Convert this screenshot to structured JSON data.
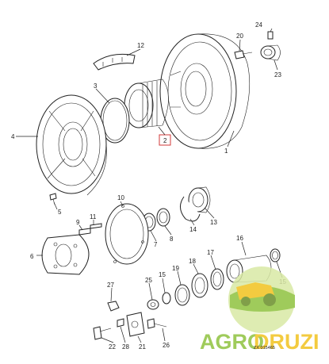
{
  "callouts": [
    {
      "id": "c1",
      "label": "1"
    },
    {
      "id": "c2",
      "label": "2"
    },
    {
      "id": "c3",
      "label": "3"
    },
    {
      "id": "c4",
      "label": "4"
    },
    {
      "id": "c5",
      "label": "5"
    },
    {
      "id": "c6",
      "label": "6"
    },
    {
      "id": "c7",
      "label": "7"
    },
    {
      "id": "c8",
      "label": "8"
    },
    {
      "id": "c9",
      "label": "9"
    },
    {
      "id": "c10",
      "label": "10"
    },
    {
      "id": "c11",
      "label": "11"
    },
    {
      "id": "c12",
      "label": "12"
    },
    {
      "id": "c13",
      "label": "13"
    },
    {
      "id": "c14",
      "label": "14"
    },
    {
      "id": "c15a",
      "label": "15"
    },
    {
      "id": "c15b",
      "label": "15"
    },
    {
      "id": "c16",
      "label": "16"
    },
    {
      "id": "c17",
      "label": "17"
    },
    {
      "id": "c18",
      "label": "18"
    },
    {
      "id": "c19",
      "label": "19"
    },
    {
      "id": "c20",
      "label": "20"
    },
    {
      "id": "c21",
      "label": "21"
    },
    {
      "id": "c22",
      "label": "22"
    },
    {
      "id": "c23",
      "label": "23"
    },
    {
      "id": "c24",
      "label": "24"
    },
    {
      "id": "c25",
      "label": "25"
    },
    {
      "id": "c26",
      "label": "26"
    },
    {
      "id": "c27",
      "label": "27"
    },
    {
      "id": "c28",
      "label": "28"
    }
  ],
  "reference_code": "ZX 015465",
  "watermark": {
    "text_green": "AGRO",
    "text_yellow": "DRUZI",
    "green": "#8fc23f",
    "yellow": "#f2c31f"
  },
  "highlight_color": "#d23a3a"
}
